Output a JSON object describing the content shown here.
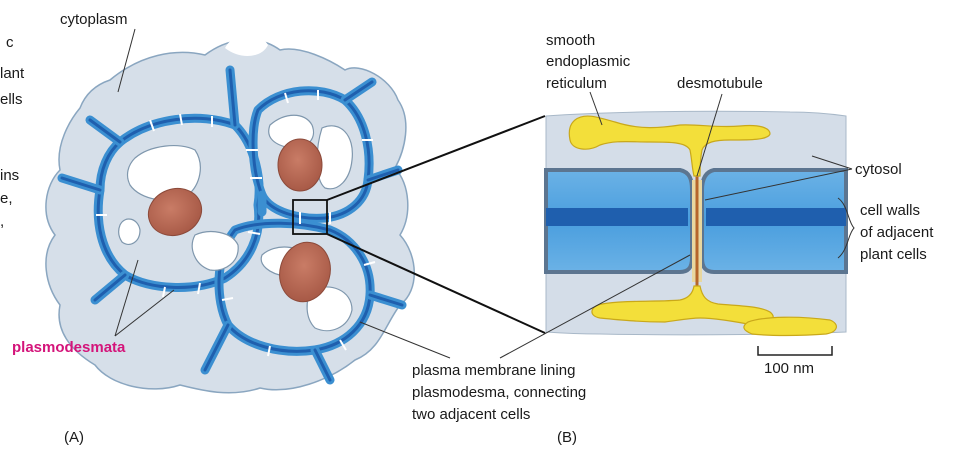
{
  "panel_a": {
    "label": "(A)",
    "cytoplasm_label": "cytoplasm",
    "plasmodesmata_label": "plasmodesmata",
    "clipped_text": [
      "c",
      "lant",
      "ells",
      "ins",
      "e,",
      ","
    ]
  },
  "panel_b": {
    "label": "(B)",
    "ser_label": [
      "smooth",
      "endoplasmic",
      "reticulum"
    ],
    "desmotubule_label": "desmotubule",
    "cytosol_label": "cytosol",
    "cell_walls_label": [
      "cell walls",
      "of adjacent",
      "plant cells"
    ],
    "scale_label": "100 nm",
    "membrane_label": [
      "plasma membrane lining",
      "plasmodesma, connecting",
      "two adjacent cells"
    ]
  },
  "colors": {
    "cytoplasm": "#d9e2ec",
    "wall": "#3b8fd1",
    "wall_dark": "#1f5fae",
    "nucleus": "#b86a55",
    "er": "#f3df3a",
    "desmotubule": "#b5652b",
    "label_pink": "#d4147a"
  }
}
